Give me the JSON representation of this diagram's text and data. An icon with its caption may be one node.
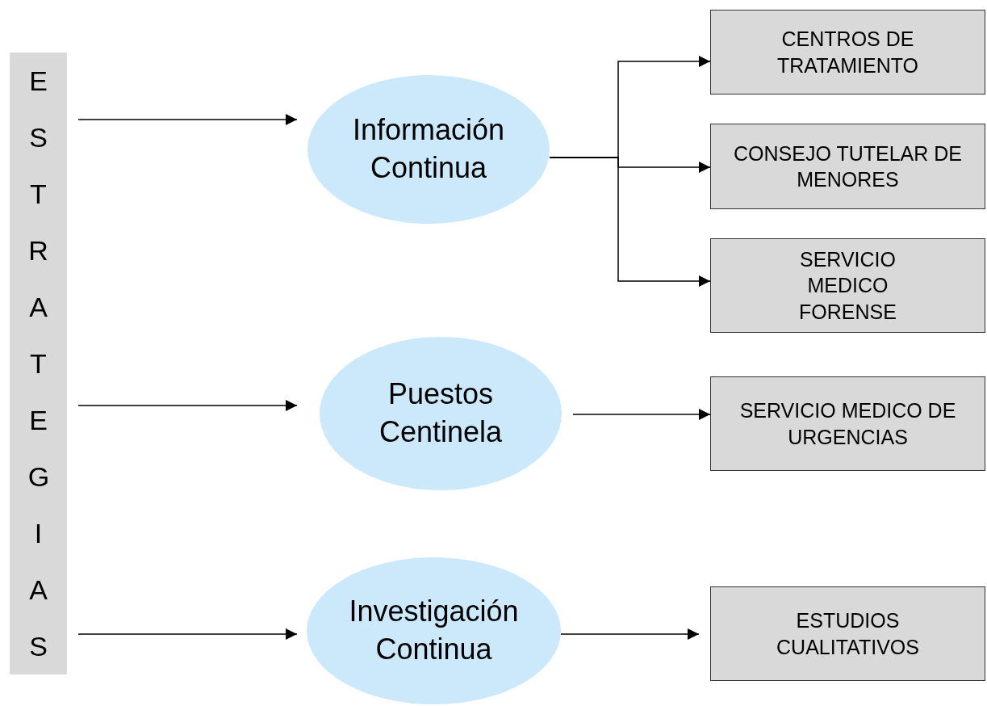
{
  "diagram": {
    "nodes": [
      {
        "text": [
          "ESTRATEGIAS"
        ]
      },
      {
        "text": [
          "Información Continua"
        ]
      },
      {
        "text": [
          "Puestos Centinela"
        ]
      },
      {
        "text": [
          "Investigación Continua"
        ]
      },
      {
        "text": [
          "CENTROS DE TRATAMIENTO"
        ]
      },
      {
        "text": [
          "CONSEJO TUTELAR DE MENORES"
        ]
      },
      {
        "text": [
          "SERVICIO MEDICO FORENSE"
        ]
      },
      {
        "text": [
          "SERVICIO MEDICO DE URGENCIAS"
        ]
      },
      {
        "text": [
          "ESTUDIOS CUALITATIVOS"
        ]
      }
    ],
    "edges": [
      {
        "from": 0,
        "to": 1,
        "arrow": "to"
      },
      {
        "from": 0,
        "to": 2,
        "arrow": "to"
      },
      {
        "from": 0,
        "to": 3,
        "arrow": "to"
      },
      {
        "from": 1,
        "to": 4,
        "arrow": "to"
      },
      {
        "from": 1,
        "to": 5,
        "arrow": "to"
      },
      {
        "from": 1,
        "to": 6,
        "arrow": "to"
      },
      {
        "from": 2,
        "to": 7,
        "arrow": "to"
      },
      {
        "from": 3,
        "to": 8,
        "arrow": "to"
      }
    ]
  }
}
